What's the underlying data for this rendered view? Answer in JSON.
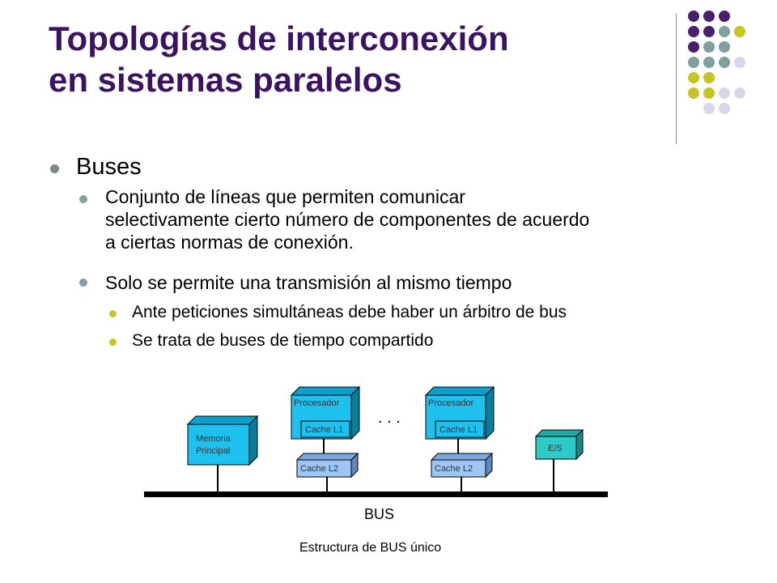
{
  "slide": {
    "title_lines": [
      "Topologías de interconexión",
      "en sistemas paralelos"
    ],
    "bullets": {
      "level1": "Buses",
      "level2_a": [
        "Conjunto de líneas que permiten comunicar",
        "selectivamente cierto número de componentes de acuerdo",
        "a ciertas normas de conexión."
      ],
      "level2_b": "Solo se permite una transmisión al mismo tiempo",
      "level3": [
        "Ante peticiones simultáneas debe haber un árbitro de bus",
        "Se trata de buses de tiempo compartido"
      ]
    },
    "colors": {
      "title": "#3a1462",
      "purple": "#4b1f6f",
      "teal": "#7f9fa0",
      "olive": "#c8c424",
      "lavender": "#d8d6ea",
      "bullet_l1": "#7e8a8a",
      "bullet_l2": "#80a0a2",
      "bullet_l3": "#c8c424",
      "box_cyan": "#1ec0ee",
      "box_lightblue": "#9cc6f4",
      "box_teal": "#2ecac8"
    }
  },
  "diagram": {
    "memory": [
      "Memoria",
      "Principal"
    ],
    "processor_label": "Procesador",
    "cache_l1": "Cache L1",
    "cache_l2": "Cache L2",
    "io": "E/S",
    "ellipsis": ". . .",
    "bus": "BUS",
    "caption": "Estructura de BUS único"
  }
}
